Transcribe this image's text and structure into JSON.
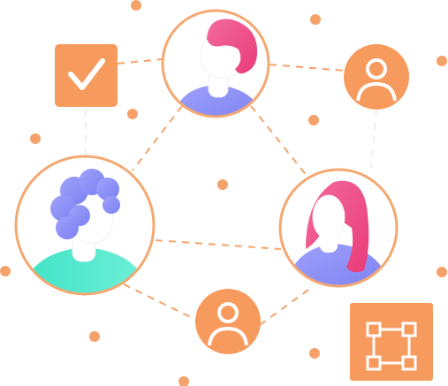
{
  "colors": {
    "accent": "#F5A26A",
    "accent_strong": "#F7A168",
    "icon_fill": "#F79A5D",
    "person_ring": "#F3A872",
    "pink_hair": "#F15189",
    "purple_hair": "#8A8DF9",
    "shirt_purple": "#9B9EF6",
    "shirt_teal": "#4FE6CC",
    "skin": "#FFFFFF",
    "background": "#FFFFFF"
  },
  "nodes": {
    "top_person": {
      "icon": "woman-short-pink-hair-avatar"
    },
    "left_person": {
      "icon": "curly-purple-hair-avatar"
    },
    "right_person": {
      "icon": "woman-long-pink-hair-avatar"
    },
    "top_right_user": {
      "icon": "user-icon"
    },
    "bottom_user": {
      "icon": "user-icon"
    },
    "checkbox": {
      "icon": "checkmark-icon"
    },
    "transform_box": {
      "icon": "bounding-box-icon"
    }
  }
}
